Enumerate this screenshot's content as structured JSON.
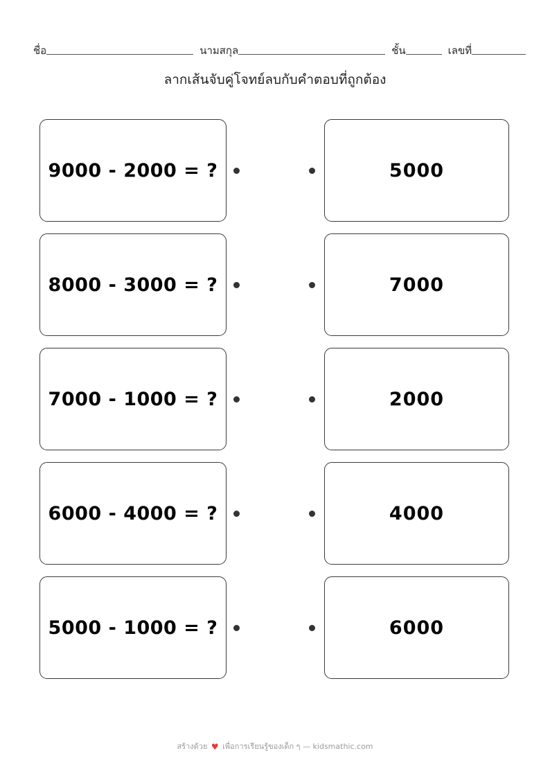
{
  "page": {
    "background": "#ffffff",
    "ink": "#1a1a1a"
  },
  "header": {
    "name_label": "ชื่อ",
    "surname_label": "นามสกุล",
    "class_label": "ชั้น",
    "number_label": "เลขที่",
    "name_value": "",
    "surname_value": "",
    "class_value": "",
    "number_value": ""
  },
  "title": "ลากเส้นจับคู่โจทย์ลบกับคำตอบที่ถูกต้อง",
  "exercise": {
    "rows": [
      {
        "question": "9000 - 2000 = ?",
        "answer": "5000"
      },
      {
        "question": "8000 - 3000 = ?",
        "answer": "7000"
      },
      {
        "question": "7000 - 1000 = ?",
        "answer": "2000"
      },
      {
        "question": "6000 - 4000 = ?",
        "answer": "4000"
      },
      {
        "question": "5000 - 1000 = ?",
        "answer": "6000"
      }
    ]
  },
  "footer": {
    "prefix": "สร้างด้วย",
    "heart": "♥",
    "middle": "เพื่อการเรียนรู้ของเด็ก ๆ —",
    "site": "kidsmathic.com",
    "heart_color": "#e23b3b"
  }
}
